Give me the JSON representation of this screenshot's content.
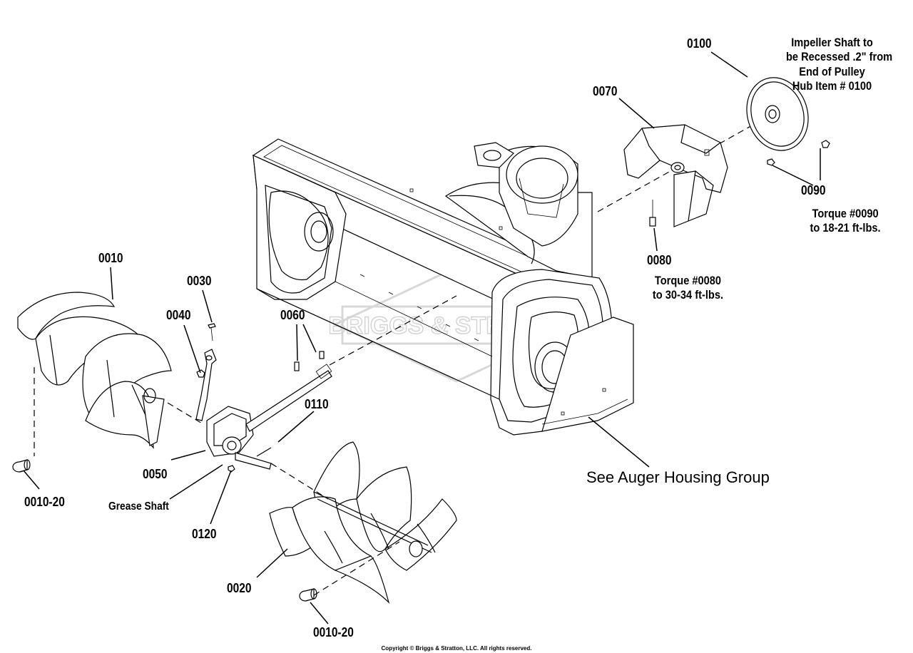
{
  "labels": {
    "p0010": "0010",
    "p0020": "0020",
    "p0030": "0030",
    "p0040": "0040",
    "p0050": "0050",
    "p0060": "0060",
    "p0070": "0070",
    "p0080": "0080",
    "p0090": "0090",
    "p0100": "0100",
    "p0110": "0110",
    "p0120": "0120",
    "p0010_20_left": "0010-20",
    "p0010_20_bottom": "0010-20",
    "grease_shaft": "Grease Shaft"
  },
  "notes": {
    "impeller_line1": "Impeller Shaft to",
    "impeller_line2": "be Recessed .2\" from",
    "impeller_line3": "End of Pulley",
    "impeller_line4": "Hub Item # 0100",
    "torque_0090_line1": "Torque #0090",
    "torque_0090_line2": "to 18-21 ft-lbs.",
    "torque_0080_line1": "Torque #0080",
    "torque_0080_line2": "to 30-34 ft-lbs."
  },
  "reference": "See Auger Housing Group",
  "watermark": "BRIGGS & STRATTON",
  "copyright": "Copyright © Briggs & Stratton, LLC. All rights reserved."
}
